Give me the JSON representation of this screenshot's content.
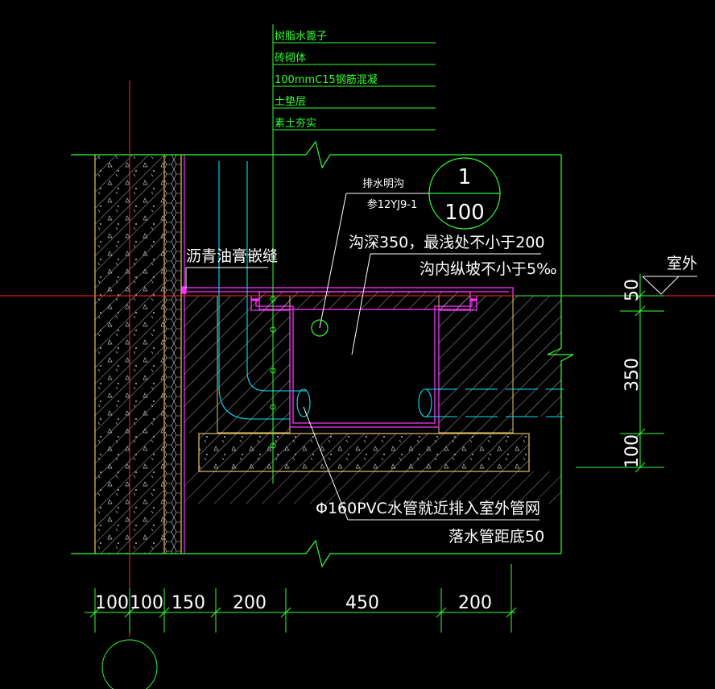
{
  "colors": {
    "background": "#000000",
    "green": "#33ff33",
    "white": "#ffffff",
    "red": "#ff2a2a",
    "magenta": "#ff33ff",
    "cyan": "#00e5ff",
    "yellow_line": "#e8c36a"
  },
  "leader_labels": [
    "树脂水篦子",
    "砖砌体",
    "100mmC15钢筋混凝",
    "土垫层",
    "素土夯实"
  ],
  "detail_bubble": {
    "title": "排水明沟",
    "ref": "参12YJ9-1",
    "top": "1",
    "bottom": "100"
  },
  "notes": {
    "joint": "沥青油膏嵌缝",
    "depth": "沟深350，最浅处不小于200",
    "slope": "沟内纵坡不小于5‰",
    "pipe": "Φ160PVC水管就近排入室外管网",
    "downpipe": "落水管距底50",
    "outdoor": "室外"
  },
  "vertical_dims": [
    "50",
    "350",
    "100"
  ],
  "horizontal_dims": [
    "100",
    "100",
    "150",
    "200",
    "450",
    "200"
  ]
}
